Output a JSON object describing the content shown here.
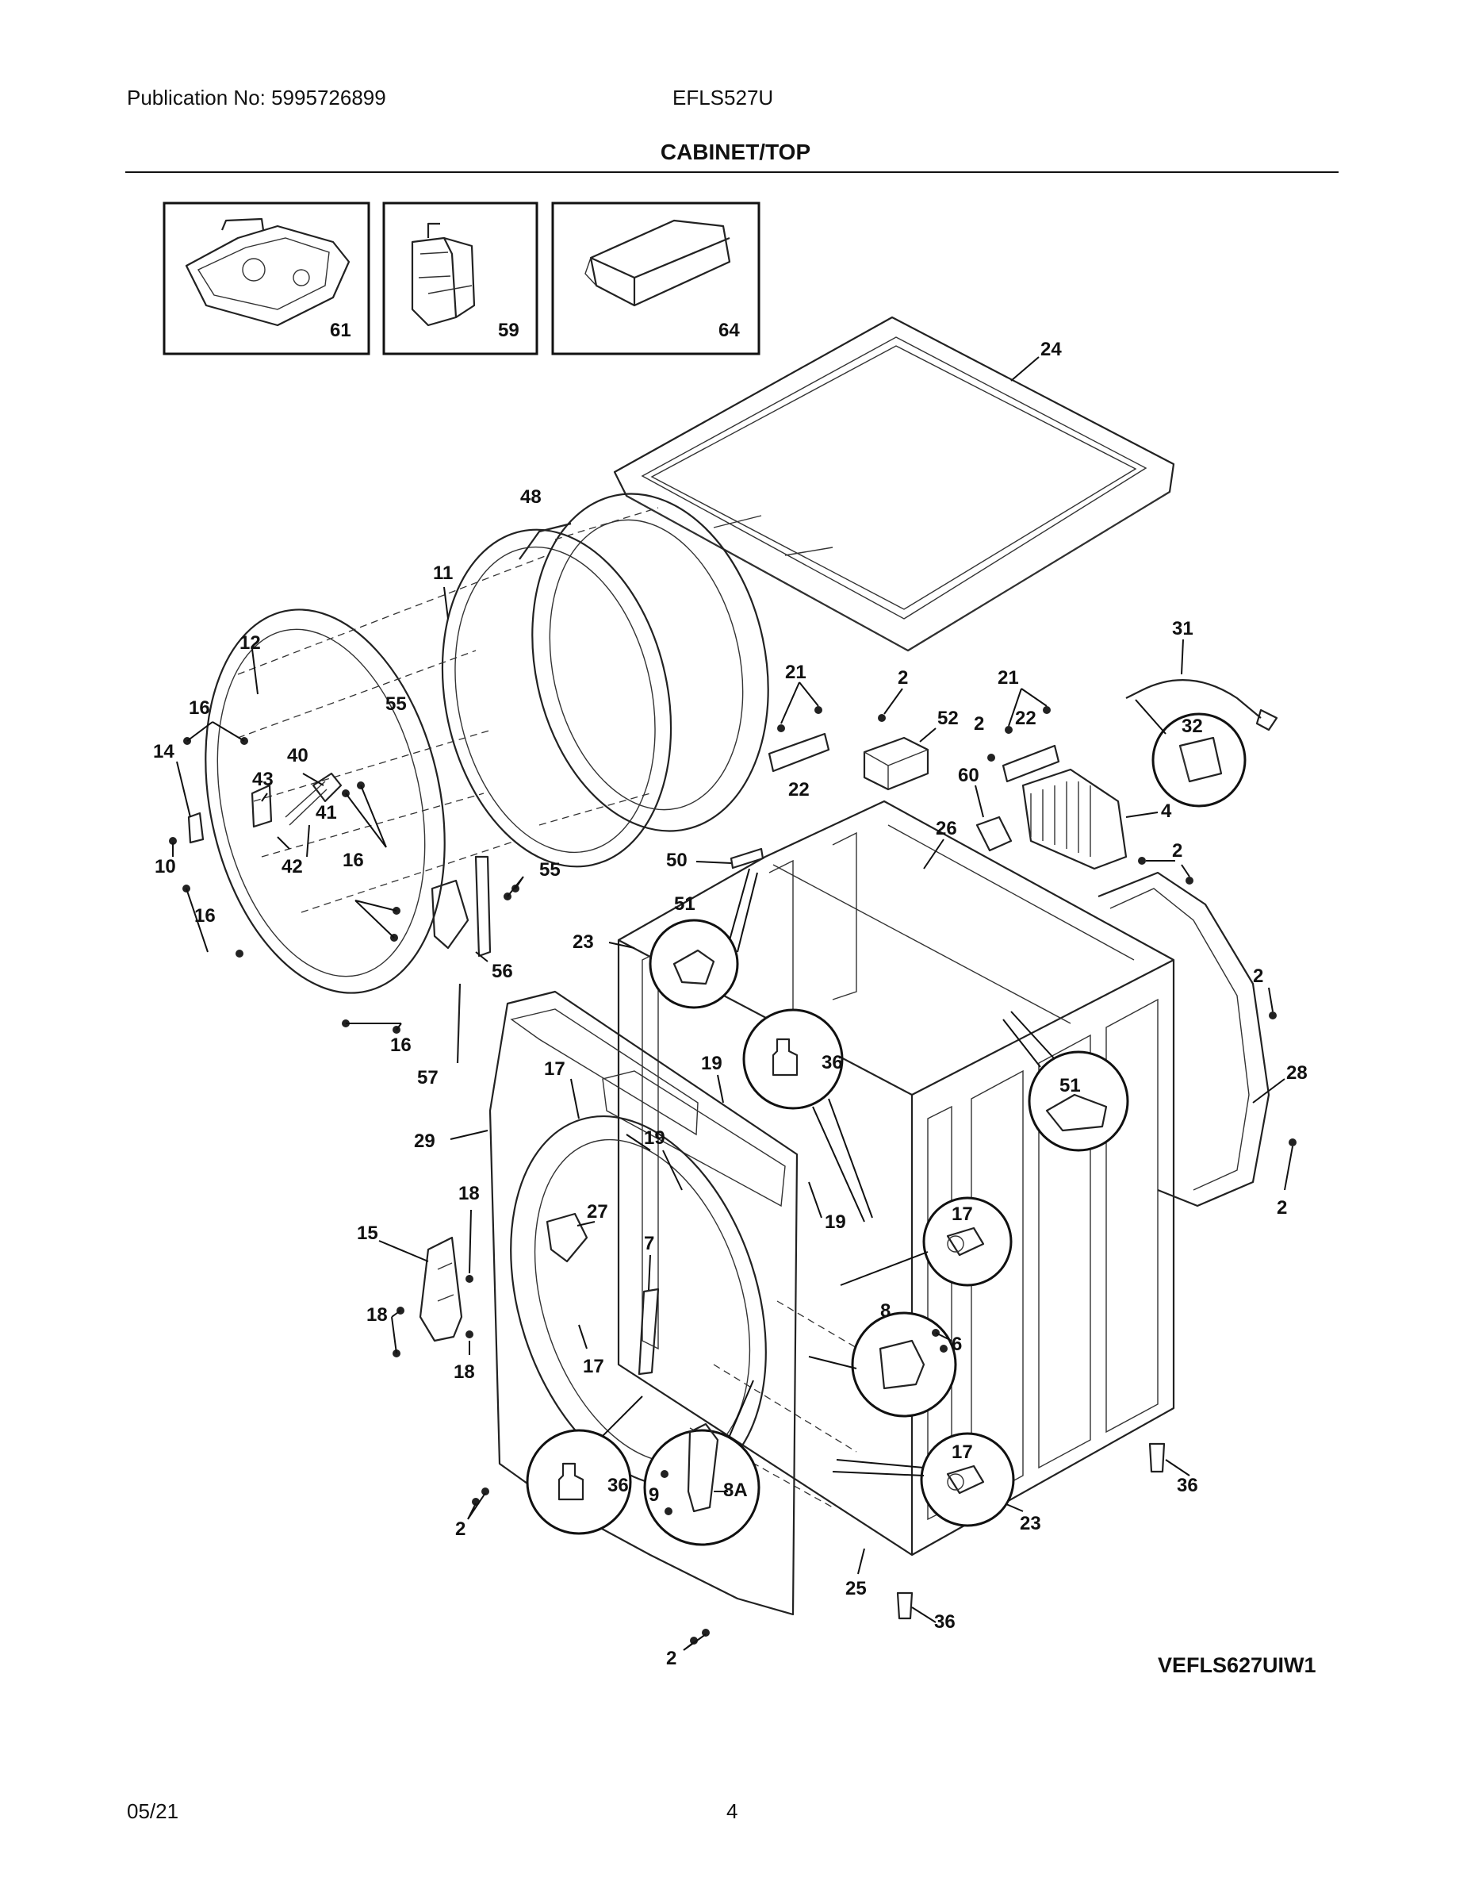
{
  "header": {
    "publication": "Publication No: 5995726899",
    "model": "EFLS527U",
    "section_title": "CABINET/TOP"
  },
  "inset_labels": [
    "61",
    "59",
    "64"
  ],
  "labels": {
    "l24": "24",
    "l48": "48",
    "l11": "11",
    "l12": "12",
    "l31": "31",
    "l16a": "16",
    "l55a": "55",
    "l14": "14",
    "l40": "40",
    "l43": "43",
    "l10": "10",
    "l42": "42",
    "l41": "41",
    "l16b": "16",
    "l16c": "16",
    "l55b": "55",
    "l56": "56",
    "l16d": "16",
    "l57": "57",
    "l21a": "21",
    "l22a": "22",
    "l2a": "2",
    "l52": "52",
    "l26": "26",
    "l21b": "21",
    "l2b": "2",
    "l22b": "22",
    "l60": "60",
    "l32": "32",
    "l4": "4",
    "l2c": "2",
    "l50": "50",
    "l51a": "51",
    "l23a": "23",
    "l2d": "2",
    "l28": "28",
    "l51b": "51",
    "l17a": "17",
    "l19a": "19",
    "l36a": "36",
    "l19b": "19",
    "l29": "29",
    "l19c": "19",
    "l2e": "2",
    "l18a": "18",
    "l27": "27",
    "l7": "7",
    "l17b": "17",
    "l15": "15",
    "l18b": "18",
    "l17c": "17",
    "l8": "8",
    "l6": "6",
    "l18c": "18",
    "l17d": "17",
    "l36b": "36",
    "l9": "9",
    "l8A": "8A",
    "l2f": "2",
    "l23b": "23",
    "l36c": "36",
    "l25": "25",
    "l36d": "36",
    "l2g": "2"
  },
  "diagram_ref": "VEFLS627UIW1",
  "footer": {
    "date": "05/21",
    "page": "4"
  }
}
